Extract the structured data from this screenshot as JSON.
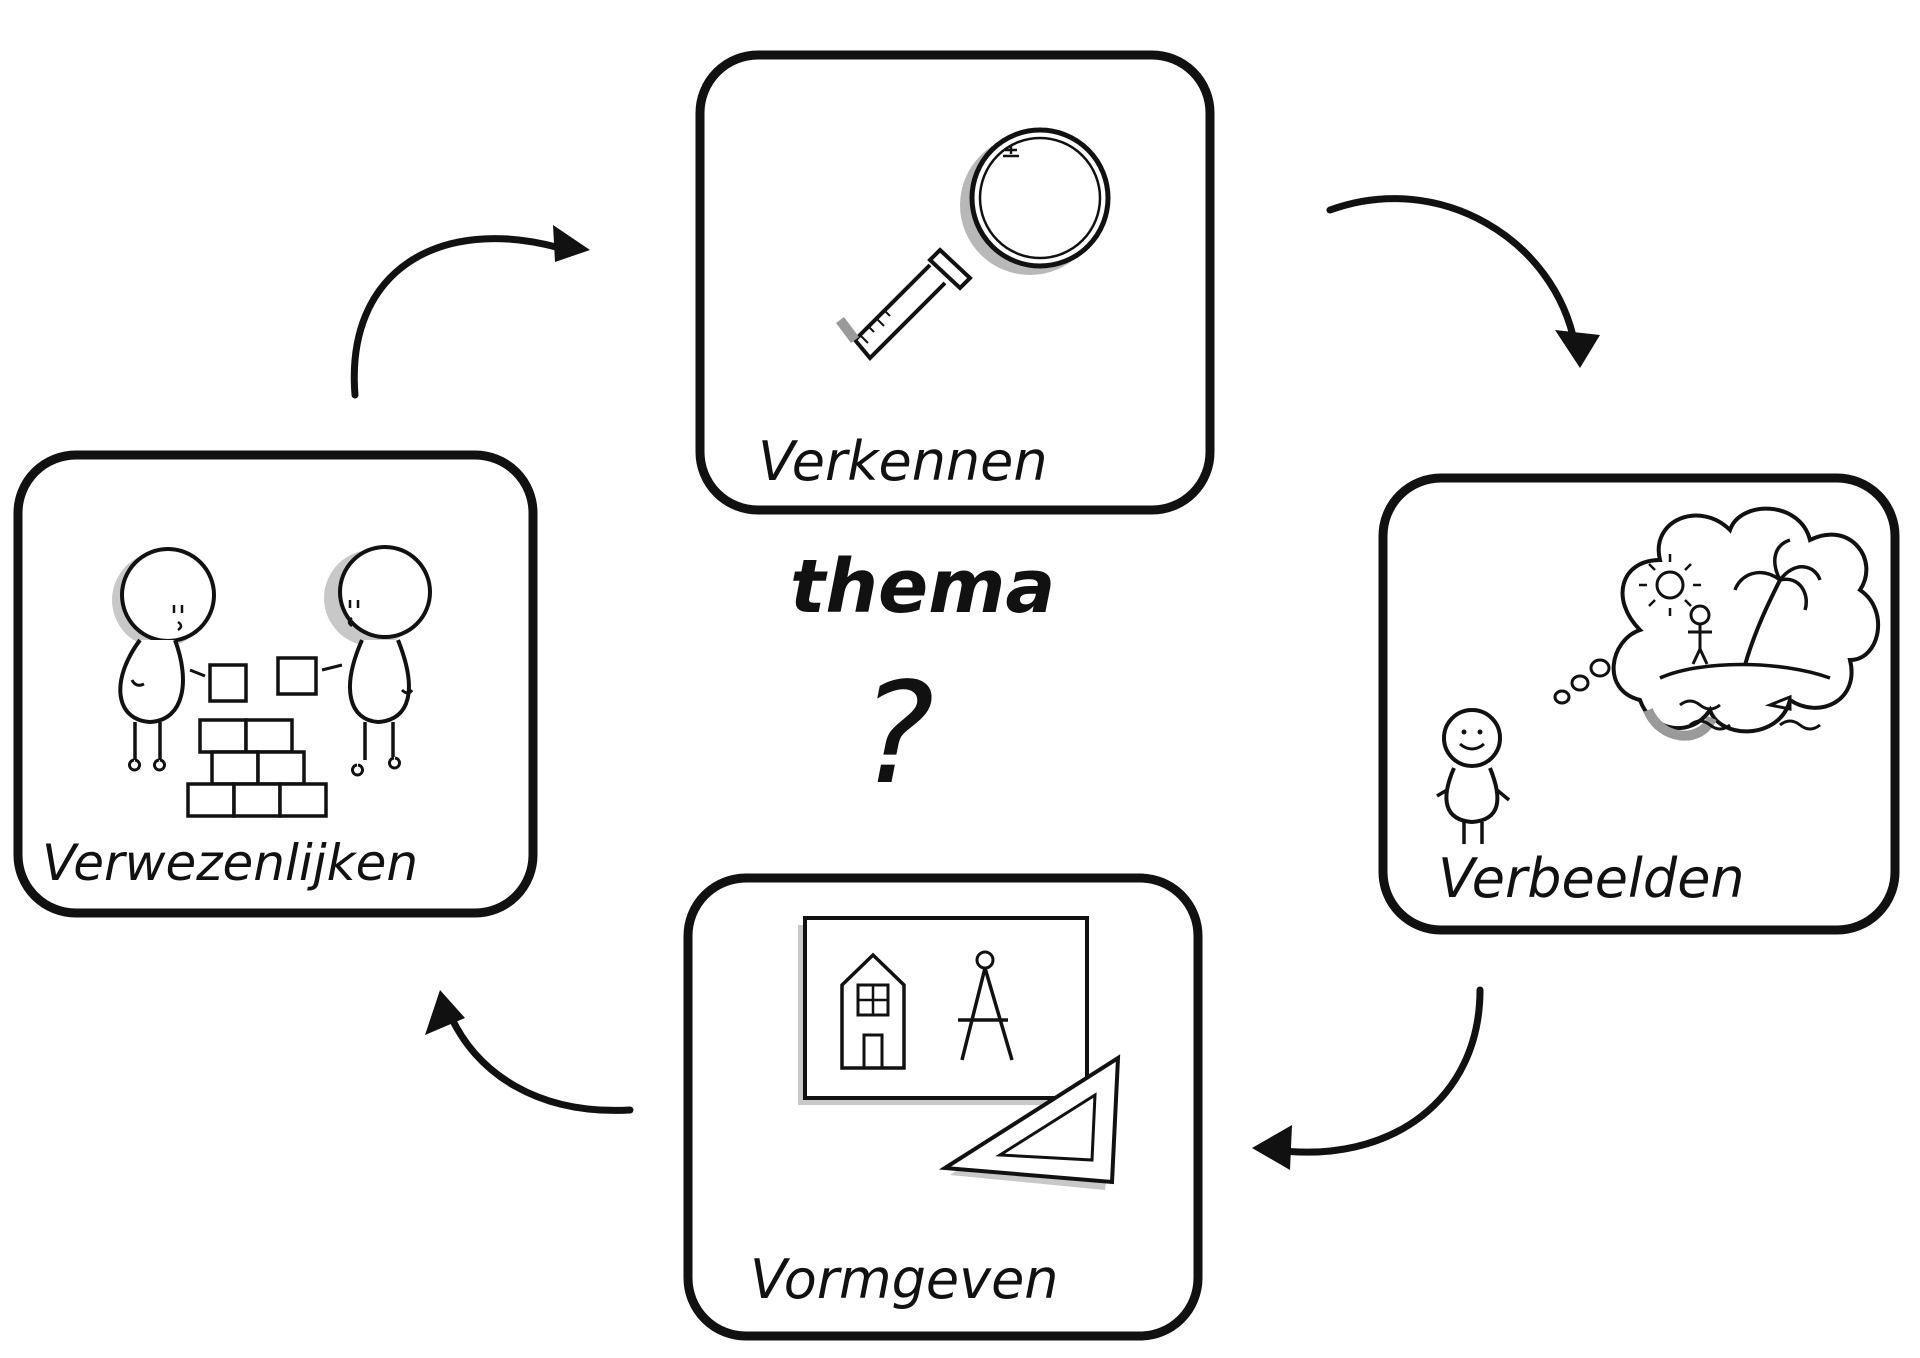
{
  "center": {
    "title": "thema",
    "symbol": "?"
  },
  "stages": [
    {
      "id": "verkennen",
      "label": "Verkennen",
      "icon": "magnifying-glass-icon"
    },
    {
      "id": "verbeelden",
      "label": "Verbeelden",
      "icon": "dreaming-child-icon"
    },
    {
      "id": "vormgeven",
      "label": "Vormgeven",
      "icon": "drawing-board-icon"
    },
    {
      "id": "verwezenlijken",
      "label": "Verwezenlijken",
      "icon": "building-blocks-icon"
    }
  ],
  "colors": {
    "ink": "#111111",
    "shadow": "#9a9a9a",
    "paper": "#ffffff"
  }
}
